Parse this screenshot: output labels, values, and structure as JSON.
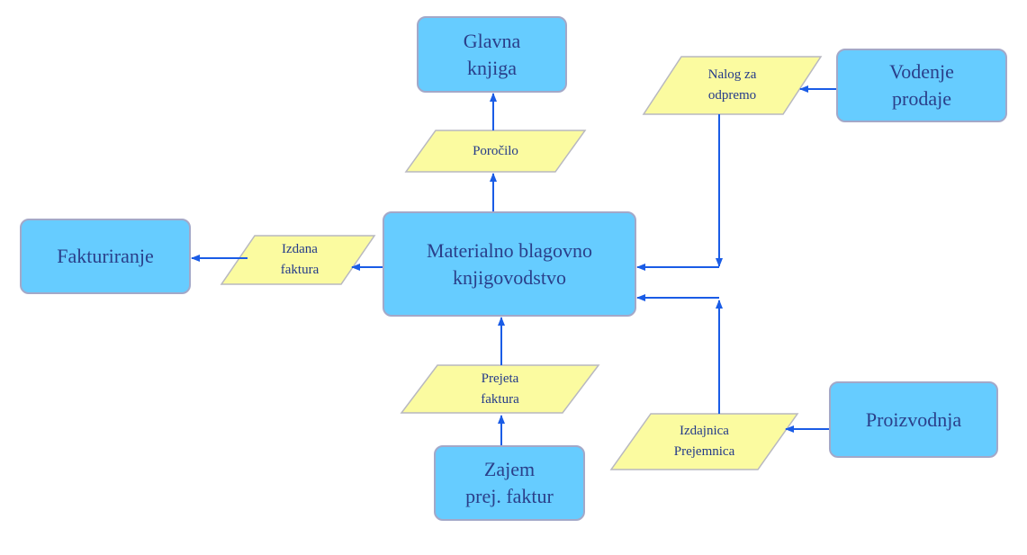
{
  "colors": {
    "box_fill": "#66ccff",
    "box_border": "#a3a8c8",
    "doc_fill": "#fbfba0",
    "doc_border": "#b8b8c0",
    "arrow": "#1a5ce6",
    "text": "#2a3f8a"
  },
  "processes": {
    "glavna_knjiga": [
      "Glavna",
      "knjiga"
    ],
    "vodenje_prodaje": [
      "Vodenje",
      "prodaje"
    ],
    "fakturiranje": [
      "Fakturiranje"
    ],
    "materialno": [
      "Materialno blagovno",
      "knjigovodstvo"
    ],
    "zajem": [
      "Zajem",
      "prej. faktur"
    ],
    "proizvodnja": [
      "Proizvodnja"
    ]
  },
  "documents": {
    "nalog": [
      "Nalog za",
      "odpremo"
    ],
    "porocilo": [
      "Poročilo"
    ],
    "izdana": [
      "Izdana",
      "faktura"
    ],
    "prejeta": [
      "Prejeta",
      "faktura"
    ],
    "izdajnica": [
      "Izdajnica",
      "Prejemnica"
    ]
  }
}
